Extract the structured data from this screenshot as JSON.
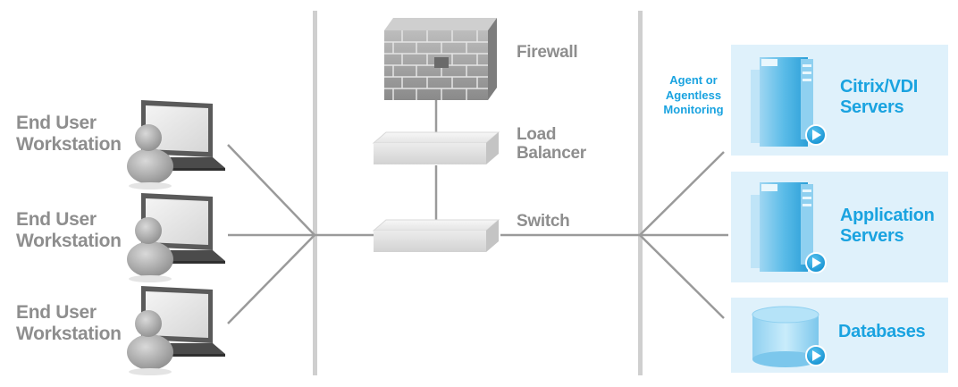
{
  "workstations": [
    {
      "line1": "End User",
      "line2": "Workstation"
    },
    {
      "line1": "End User",
      "line2": "Workstation"
    },
    {
      "line1": "End User",
      "line2": "Workstation"
    }
  ],
  "network": {
    "firewall": "Firewall",
    "load_balancer_line1": "Load",
    "load_balancer_line2": "Balancer",
    "switch": "Switch"
  },
  "monitoring": {
    "line1": "Agent or",
    "line2": "Agentless",
    "line3": "Monitoring"
  },
  "servers": [
    {
      "line1": "Citrix/VDI",
      "line2": "Servers"
    },
    {
      "line1": "Application",
      "line2": "Servers"
    },
    {
      "line1": "Databases"
    }
  ],
  "colors": {
    "accent": "#1aa3e0",
    "label_gray": "#8e8e8e",
    "panel_bg": "#dff1fb",
    "line_gray": "#9a9a9a"
  }
}
